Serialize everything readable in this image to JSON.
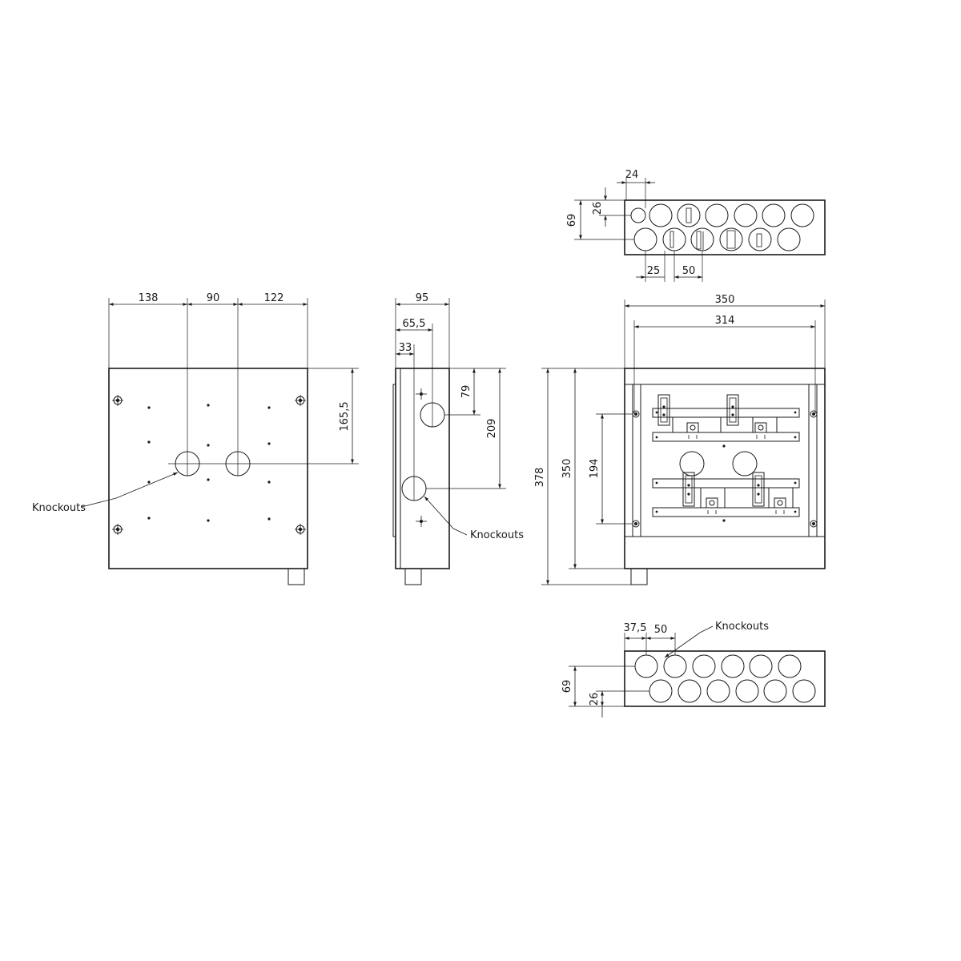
{
  "labels": {
    "knockouts_front": "Knockouts",
    "knockouts_side": "Knockouts",
    "knockouts_bottom": "Knockouts"
  },
  "front_view": {
    "dim_left": "138",
    "dim_mid": "90",
    "dim_right": "122",
    "dim_height": "165,5"
  },
  "side_view": {
    "dim_width": "95",
    "dim_65": "65,5",
    "dim_33": "33",
    "dim_79": "79",
    "dim_209": "209"
  },
  "top_view": {
    "dim_24": "24",
    "dim_26": "26",
    "dim_69": "69",
    "dim_25": "25",
    "dim_50": "50"
  },
  "interior_view": {
    "dim_350_w": "350",
    "dim_314": "314",
    "dim_378": "378",
    "dim_350_h": "350",
    "dim_194": "194"
  },
  "bottom_view": {
    "dim_37": "37,5",
    "dim_50": "50",
    "dim_69": "69",
    "dim_26": "26"
  }
}
